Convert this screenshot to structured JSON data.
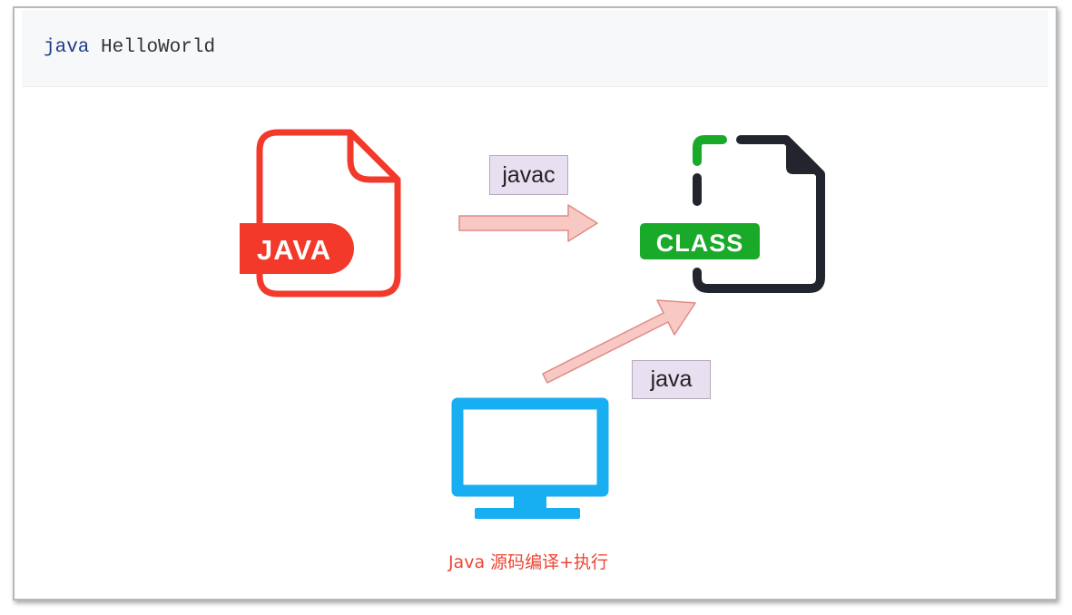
{
  "code": {
    "keyword": "java",
    "argument": "HelloWorld"
  },
  "diagram": {
    "source_file_label": "JAVA",
    "class_file_label": "CLASS",
    "compile_label": "javac",
    "run_label": "java",
    "caption": "Java 源码编译+执行"
  },
  "colors": {
    "java_file": "#f2392a",
    "class_badge": "#1aaa2a",
    "class_file_outline": "#22252e",
    "monitor": "#18aef2",
    "arrow_fill": "#f8c9c4",
    "arrow_stroke": "#e08b84",
    "label_box": "#e8dff0",
    "caption": "#ee4433"
  },
  "icons": [
    "java-file-icon",
    "class-file-icon",
    "monitor-icon",
    "arrow-right-icon",
    "arrow-diagonal-icon"
  ]
}
